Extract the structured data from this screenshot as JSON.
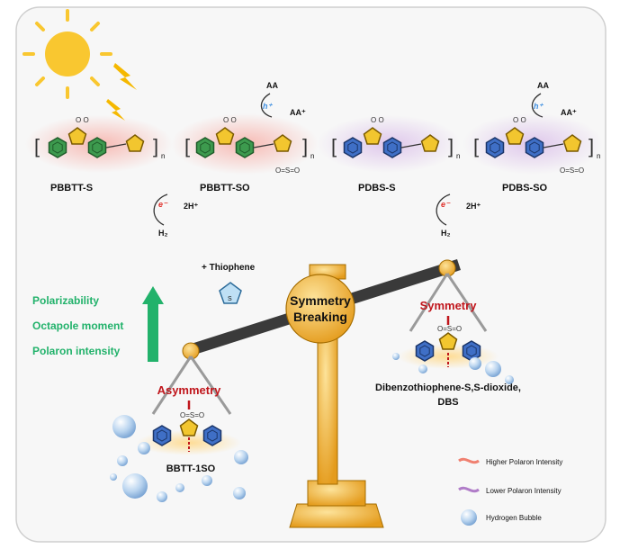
{
  "polymers": [
    {
      "name": "PBBTT-S"
    },
    {
      "name": "PBBTT-SO"
    },
    {
      "name": "PDBS-S"
    },
    {
      "name": "PDBS-SO"
    }
  ],
  "reaction": {
    "AA": "AA",
    "AA_plus": "AA⁺",
    "h_plus": "h⁺",
    "e_minus": "e⁻",
    "two_H_plus": "2H⁺",
    "H2": "H₂",
    "n": "n"
  },
  "properties": [
    "Polarizability",
    "Octapole moment",
    "Polaron intensity"
  ],
  "thiophene_label": "+ Thiophene",
  "balance": {
    "center_line1": "Symmetry",
    "center_line2": "Breaking",
    "left_label": "Asymmetry",
    "right_label": "Symmetry",
    "left_molecule": "BBTT-1SO",
    "right_molecule_line1": "Dibenzothiophene-S,S-dioxide,",
    "right_molecule_line2": "DBS"
  },
  "legend": [
    {
      "label": "Higher Polaron Intensity",
      "color": "#f08070"
    },
    {
      "label": "Lower Polaron Intensity",
      "color": "#b07cc8"
    },
    {
      "label": "Hydrogen Bubble",
      "color": "#a9c8ea"
    }
  ],
  "colors": {
    "accent_green": "#22b26b",
    "accent_red": "#c0161c",
    "gold": "#f2b035",
    "beam": "#3a3a3a"
  }
}
